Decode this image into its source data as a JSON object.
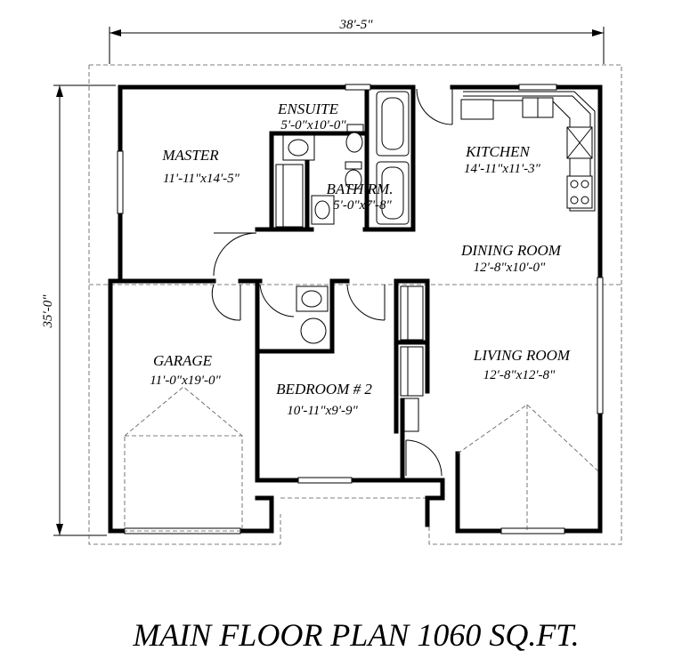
{
  "overall_width": "38'-5\"",
  "overall_depth": "35'-0\"",
  "rooms": {
    "ensuite": {
      "name": "ENSUITE",
      "size": "5'-0\"x10'-0\""
    },
    "master": {
      "name": "MASTER",
      "size": "11'-11\"x14'-5\""
    },
    "kitchen": {
      "name": "KITCHEN",
      "size": "14'-11\"x11'-3\""
    },
    "bath": {
      "name": "BATH RM.",
      "size": "5'-0\"x7'-8\""
    },
    "dining": {
      "name": "DINING ROOM",
      "size": "12'-8\"x10'-0\""
    },
    "garage": {
      "name": "GARAGE",
      "size": "11'-0\"x19'-0\""
    },
    "living": {
      "name": "LIVING ROOM",
      "size": "12'-8\"x12'-8\""
    },
    "bedroom2": {
      "name": "BEDROOM # 2",
      "size": "10'-11\"x9'-9\""
    }
  },
  "title": "MAIN FLOOR PLAN 1060 SQ.FT."
}
